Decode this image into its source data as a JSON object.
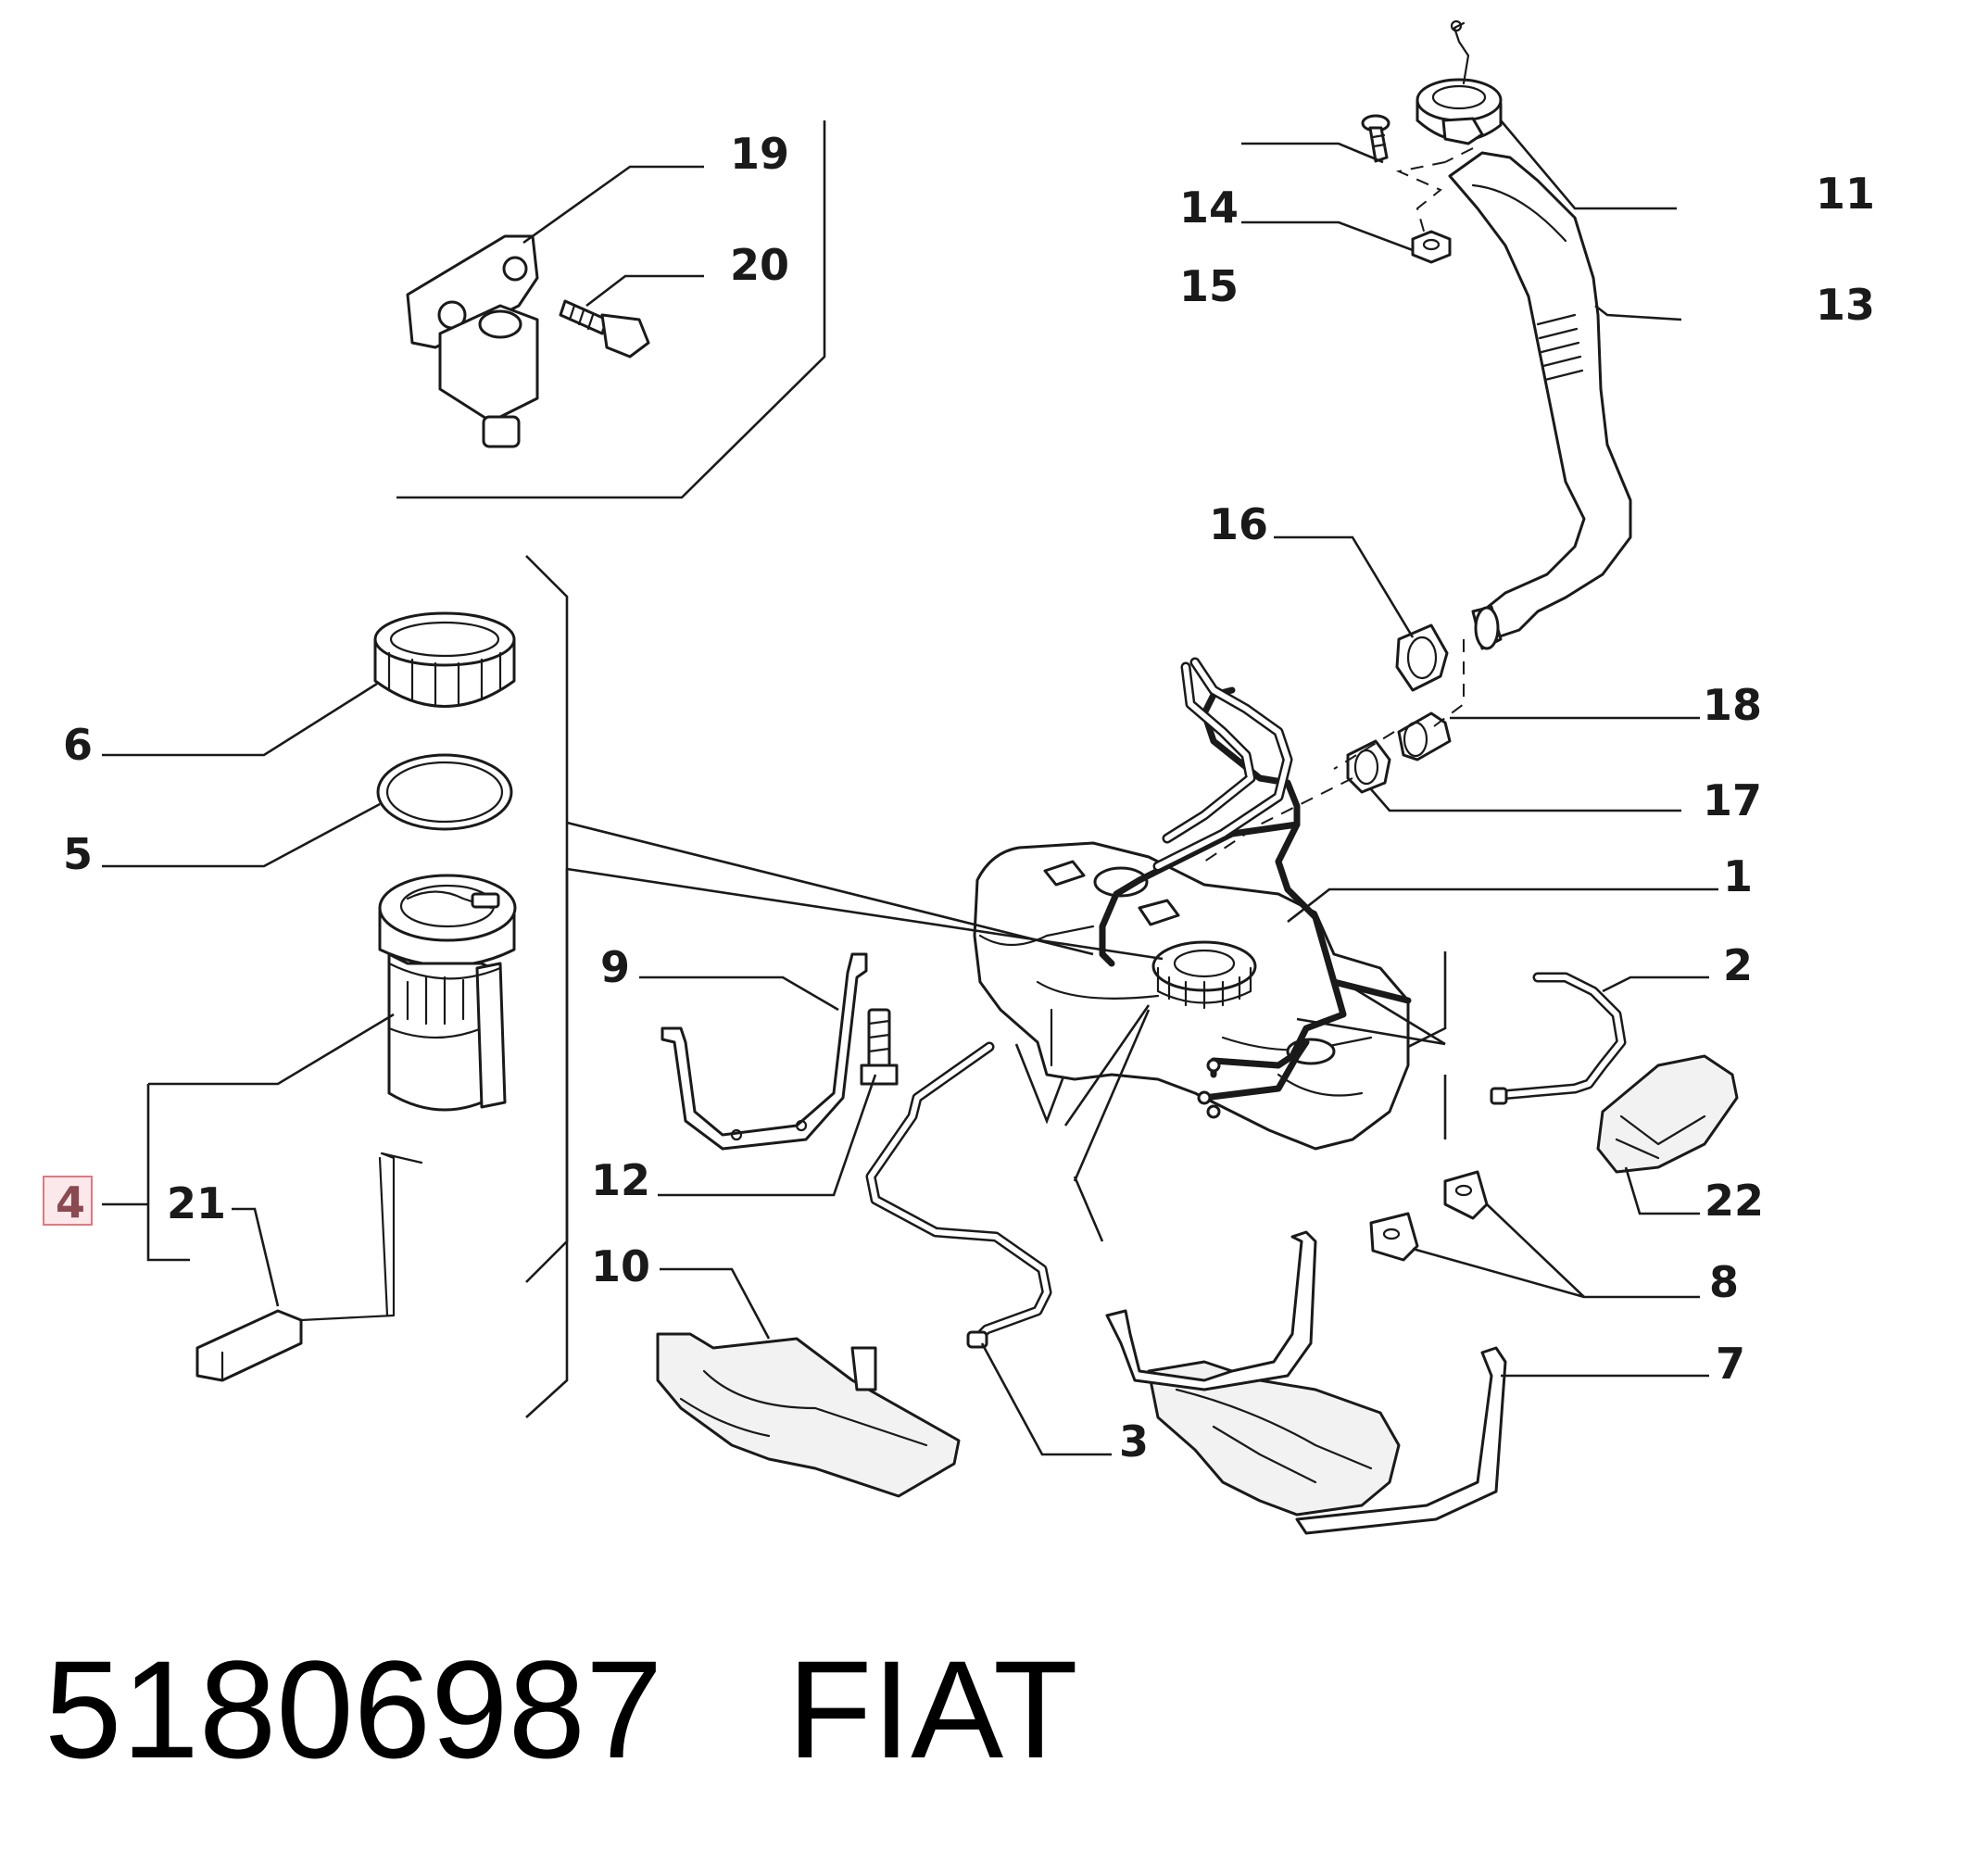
{
  "diagram": {
    "callouts": {
      "c1": "1",
      "c2": "2",
      "c3": "3",
      "c4": "4",
      "c5": "5",
      "c6": "6",
      "c7": "7",
      "c8": "8",
      "c9": "9",
      "c10": "10",
      "c11": "11",
      "c12": "12",
      "c13": "13",
      "c14": "14",
      "c15": "15",
      "c16": "16",
      "c17": "17",
      "c18": "18",
      "c19": "19",
      "c20": "20",
      "c21": "21",
      "c22": "22"
    },
    "highlighted_callout": "4",
    "colors": {
      "line": "#1a1a1a",
      "highlight_border": "#e07a80",
      "highlight_fill": "#fbe8ea",
      "highlight_text": "#8a4a50"
    }
  },
  "footer": {
    "part_number": "51806987",
    "brand": "FIAT"
  }
}
